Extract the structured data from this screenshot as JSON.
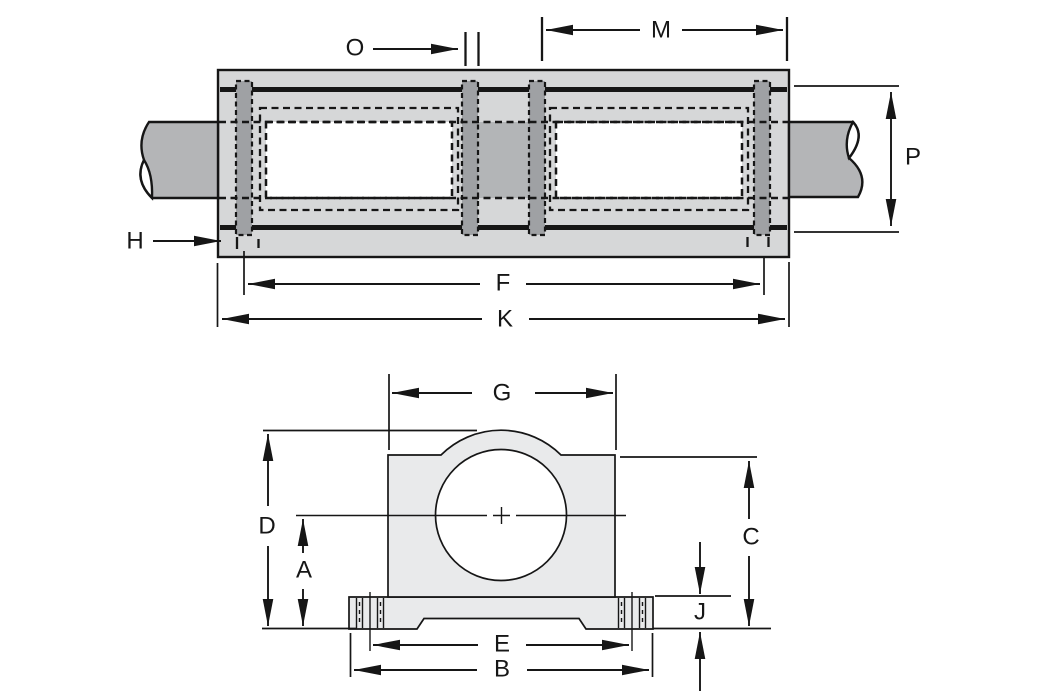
{
  "drawing": {
    "kind": "engineering dimension diagram",
    "description": "Twin pillow block shaft support bearing: side cross-section view (top) and end elevation view (bottom) with letter dimension callouts",
    "views": [
      {
        "name": "side-cross-section",
        "dimension_labels": [
          "O",
          "M",
          "P",
          "H",
          "F",
          "K"
        ]
      },
      {
        "name": "end-elevation",
        "dimension_labels": [
          "G",
          "D",
          "A",
          "C",
          "J",
          "E",
          "B"
        ]
      }
    ]
  },
  "labels": {
    "O": "O",
    "M": "M",
    "P": "P",
    "H": "H",
    "F": "F",
    "K": "K",
    "G": "G",
    "D": "D",
    "A": "A",
    "C": "C",
    "J": "J",
    "E": "E",
    "B": "B"
  },
  "colors": {
    "background": "#ffffff",
    "line": "#161616",
    "housing": "#d6d7d8",
    "shaft": "#b4b5b7",
    "spacer": "#b3b5b7",
    "ring": "#9fa1a4",
    "block": "#e9eaeb",
    "bore": "#ffffff"
  }
}
